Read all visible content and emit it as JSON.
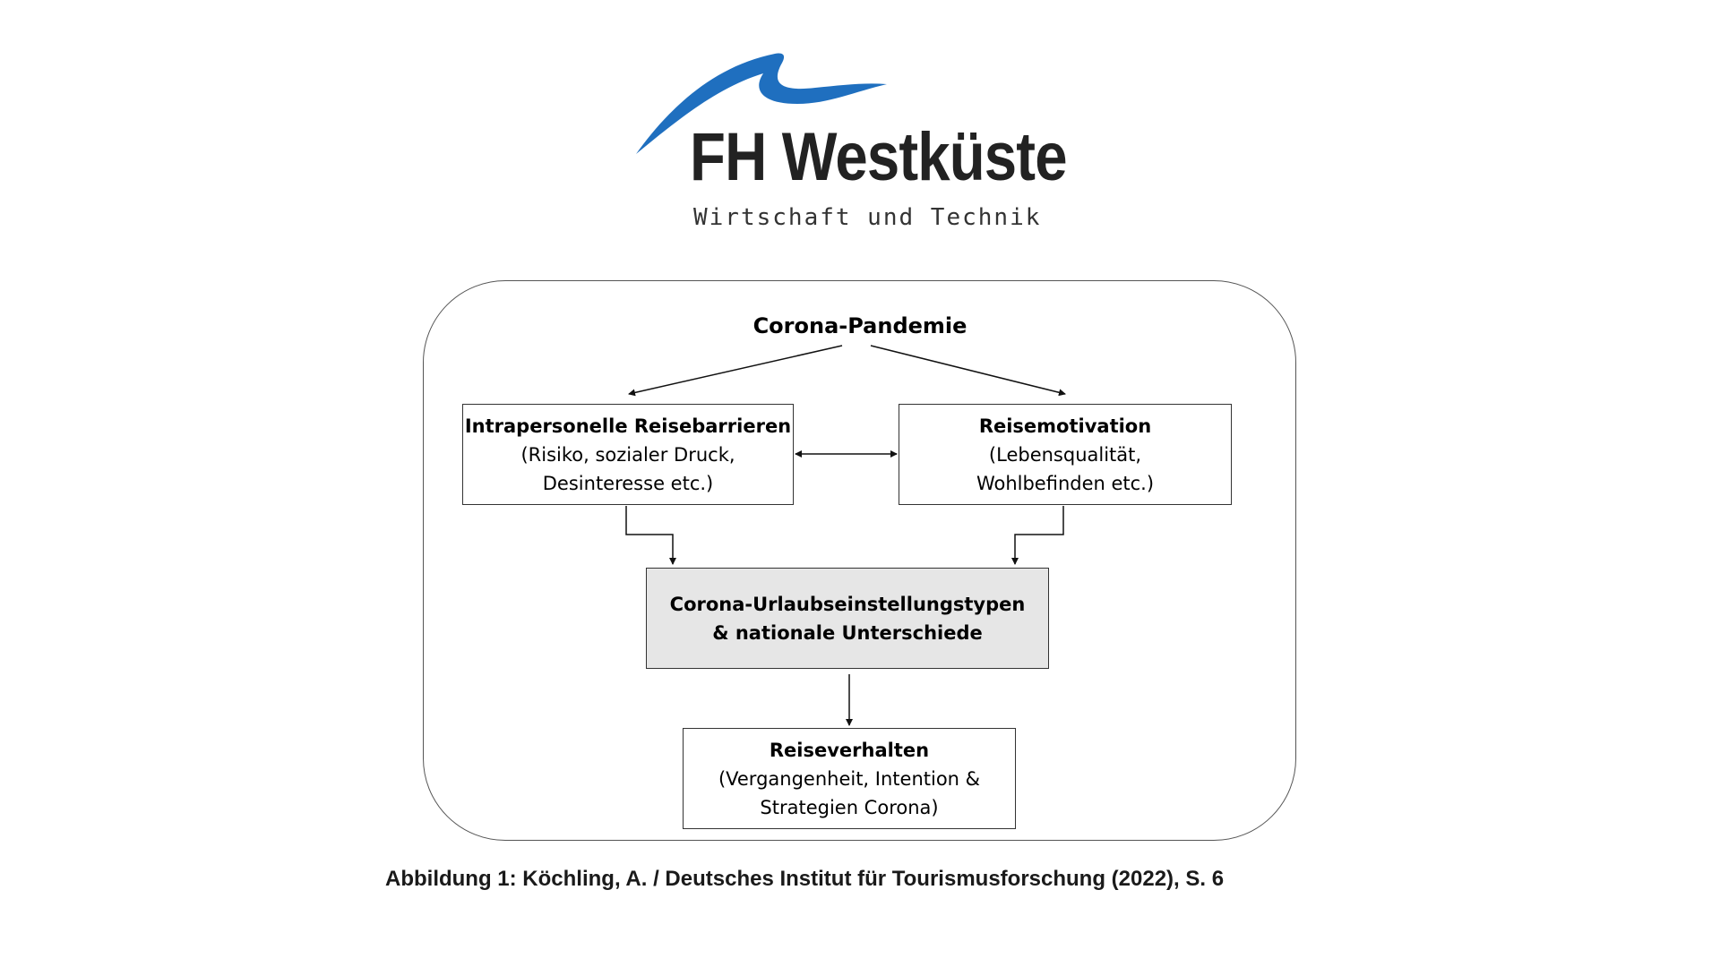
{
  "logo": {
    "title": "FH Westküste",
    "subtitle": "Wirtschaft und Technik",
    "swoosh_color": "#1f6fbf"
  },
  "diagram": {
    "top_node": "Corona-Pandemie",
    "barriers": {
      "title": "Intrapersonelle Reisebarrieren",
      "line1": "(Risiko, sozialer Druck,",
      "line2": "Desinteresse etc.)"
    },
    "motivation": {
      "title": "Reisemotivation",
      "line1": "(Lebensqualität,",
      "line2": "Wohlbefinden etc.)"
    },
    "types": {
      "line1": "Corona-Urlaubseinstellungstypen",
      "line2": "& nationale Unterschiede",
      "fill": "#e6e6e6"
    },
    "behavior": {
      "title": "Reiseverhalten",
      "line1": "(Vergangenheit, Intention &",
      "line2": "Strategien Corona)"
    }
  },
  "caption": "Abbildung 1: Köchling, A. / Deutsches Institut für Tourismusforschung (2022), S. 6"
}
